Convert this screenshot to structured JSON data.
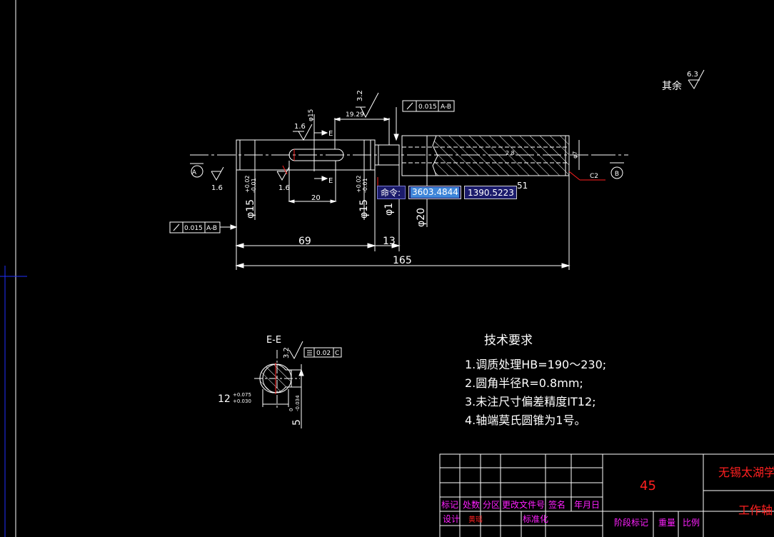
{
  "colors": {
    "background": "#000000",
    "line": "#ffffff",
    "blue": "#2030ff",
    "red": "#ff2020",
    "magenta": "#ff20ff",
    "tooltip_bg": "#1b1b6b",
    "tooltip_highlight": "#3f86d9"
  },
  "roughness": {
    "other_label": "其余",
    "other_value": "6.3",
    "top_value": "3.2",
    "left_values": [
      "1.6",
      "1.6",
      "1.6"
    ],
    "section_value": "3.2"
  },
  "datums": [
    "A",
    "B"
  ],
  "tolerance_frames": {
    "top": {
      "value": "0.015",
      "ref": "A-B"
    },
    "left": {
      "value": "0.015",
      "ref": "A-B"
    },
    "section": {
      "value": "0.02",
      "ref": "C"
    }
  },
  "dimensions": {
    "d_69": "69",
    "d_13": "13",
    "d_165": "165",
    "d_20": "20",
    "d_1929": "19.29",
    "phi15_top": "φ15",
    "phi15_left": "φ15",
    "tol_left_upper": "+0.02",
    "tol_left_lower": "-0.01",
    "phi15_mid": "φ15",
    "tol_mid_upper": "+0.02",
    "tol_mid_lower": "-0.01",
    "phi1_partial": "φ1",
    "phi20": "φ20",
    "phi7": "φ7",
    "c2": "C2",
    "small_28": "2.8",
    "partial_51": "51",
    "section_E_top": "E",
    "section_E_bottom": "E"
  },
  "section_view": {
    "title": "E-E",
    "width_dim": "12",
    "width_tol_upper": "+0.075",
    "width_tol_lower": "+0.030",
    "depth_dim": "5",
    "depth_tol_upper": "0",
    "depth_tol_lower": "-0.034"
  },
  "tech_requirements": {
    "title": "技术要求",
    "items": [
      "1.调质处理HB=190～230;",
      "2.圆角半径R=0.8mm;",
      "3.未注尺寸偏差精度IT12;",
      "4.轴端莫氏圆锥为1号。"
    ]
  },
  "title_block": {
    "headers": [
      "标记",
      "处数",
      "分区",
      "更改文件号",
      "签名",
      "年月日"
    ],
    "row2": [
      "设计",
      "黄瑶",
      "标准化"
    ],
    "row3": [
      "阶段标记",
      "重量",
      "比例"
    ],
    "material": "45",
    "school": "无锡太湖学院",
    "part_name": "工作轴"
  },
  "command_tooltip": {
    "label": "命令:",
    "x_value": "3603.4844",
    "y_value": "1390.5223"
  }
}
